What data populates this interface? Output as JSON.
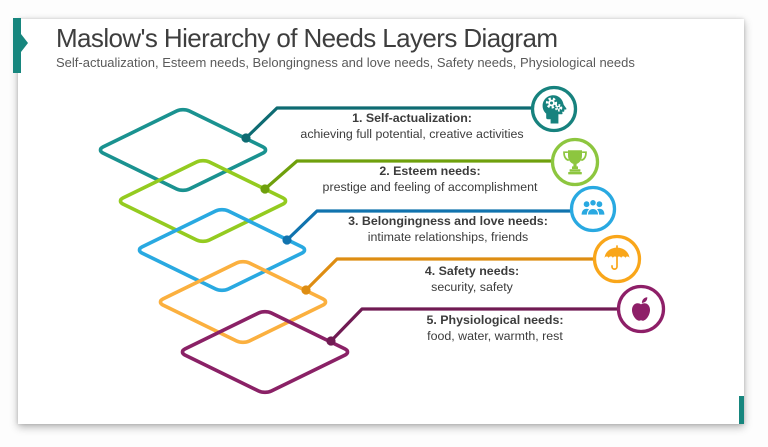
{
  "slide": {
    "title": "Maslow's Hierarchy of Needs Layers Diagram",
    "subtitle": "Self-actualization, Esteem needs, Belongingness and love needs, Safety needs, Physiological needs",
    "accent_color": "#17867E",
    "background_color": "#ffffff",
    "text_color": "#3c3c3c"
  },
  "layers": [
    {
      "rank": "1",
      "title": "1. Self-actualization:",
      "description": "achieving full potential, creative activities",
      "icon": "head-gears-icon",
      "diamond_color": "#1A9290",
      "connector_color": "#0E6B72",
      "icon_color": "#17827E"
    },
    {
      "rank": "2",
      "title": "2. Esteem needs:",
      "description": "prestige and feeling of accomplishment",
      "icon": "trophy-icon",
      "diamond_color": "#94CB20",
      "connector_color": "#6FA00C",
      "icon_color": "#8DC63F"
    },
    {
      "rank": "3",
      "title": "3. Belongingness and love needs:",
      "description": "intimate relationships, friends",
      "icon": "people-icon",
      "diamond_color": "#29A9E1",
      "connector_color": "#1173AE",
      "icon_color": "#29A9E1"
    },
    {
      "rank": "4",
      "title": "4. Safety needs:",
      "description": "security, safety",
      "icon": "umbrella-icon",
      "diamond_color": "#FBB03F",
      "connector_color": "#DE8D12",
      "icon_color": "#F9A61A"
    },
    {
      "rank": "5",
      "title": "5. Physiological needs:",
      "description": "food, water, warmth, rest",
      "icon": "apple-icon",
      "diamond_color": "#8A2166",
      "connector_color": "#701B53",
      "icon_color": "#8E1F68"
    }
  ]
}
